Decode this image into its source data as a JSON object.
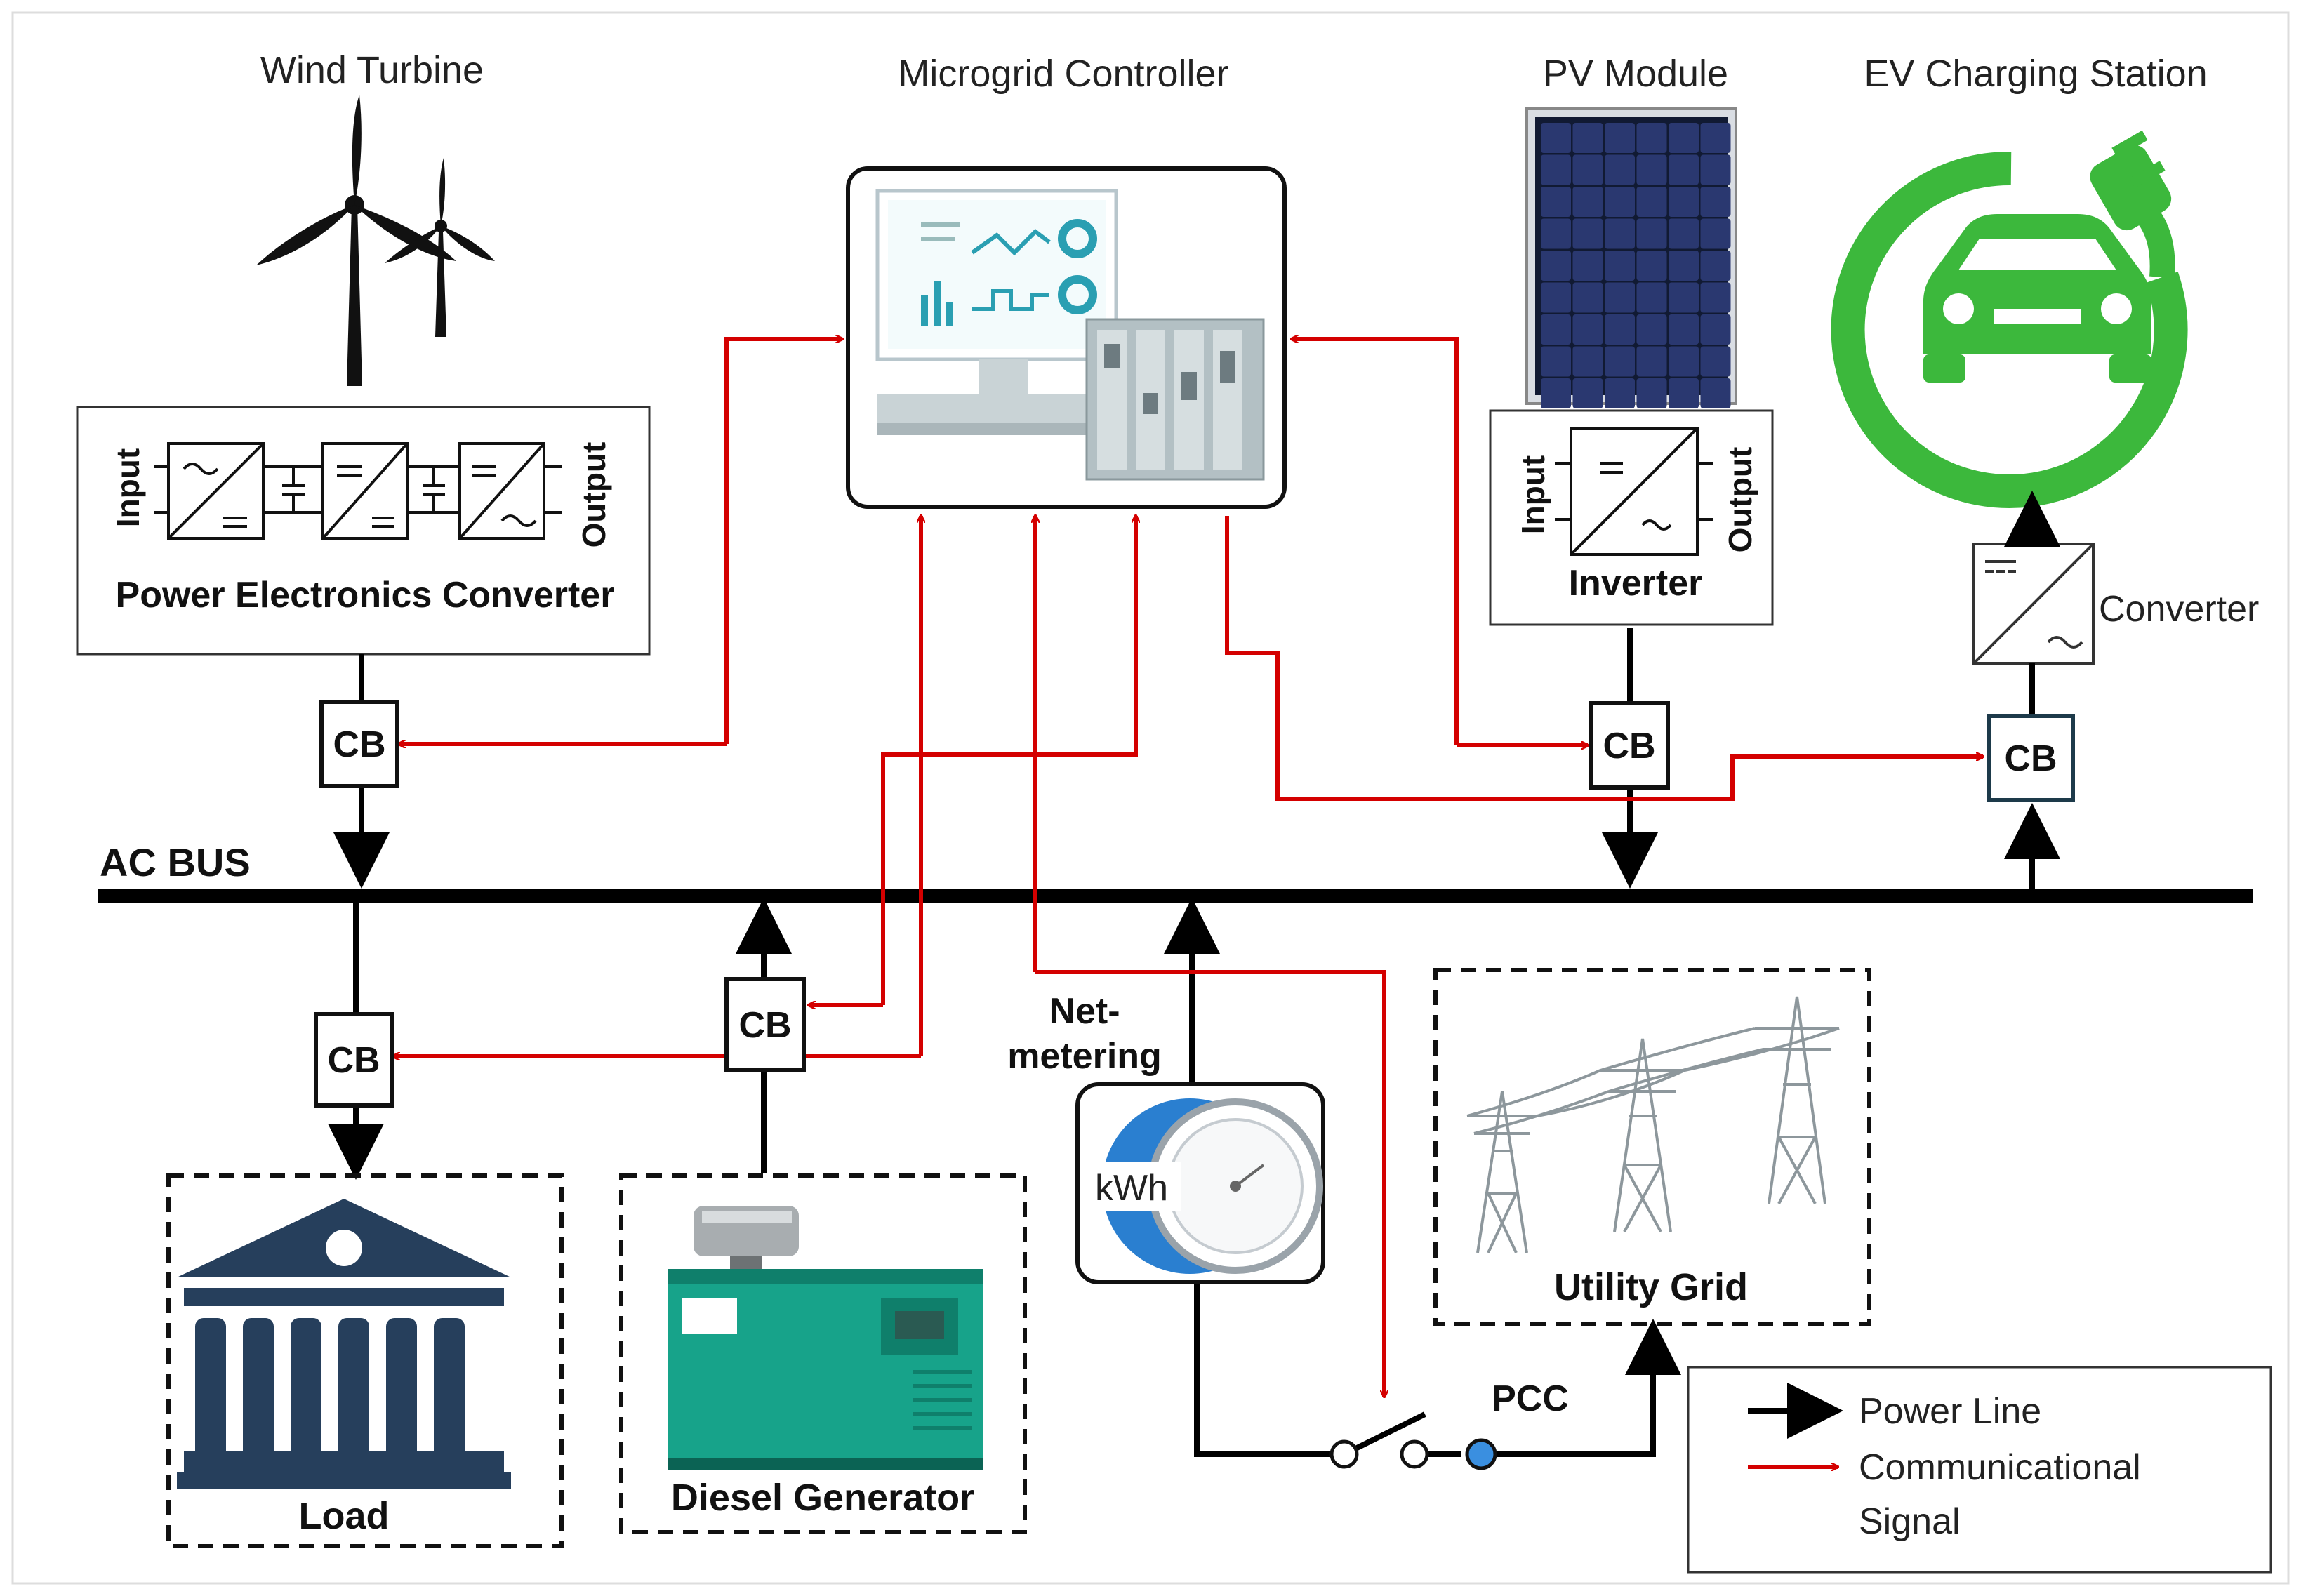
{
  "labels": {
    "wind_turbine": "Wind Turbine",
    "microgrid_controller": "Microgrid Controller",
    "pv_module": "PV Module",
    "ev_charging_station": "EV Charging Station",
    "power_electronics_converter": "Power Electronics Converter",
    "inverter": "Inverter",
    "converter": "Converter",
    "ac_bus": "AC BUS",
    "net_metering_line1": "Net-",
    "net_metering_line2": "metering",
    "kwh": "kWh",
    "utility_grid": "Utility Grid",
    "pcc": "PCC",
    "load": "Load",
    "diesel_generator": "Diesel Generator",
    "input": "Input",
    "output": "Output",
    "cb": "CB"
  },
  "legend": {
    "power_line": "Power Line",
    "comm_line1": "Communicational",
    "comm_line2": "Signal"
  },
  "colors": {
    "power_line": "#000000",
    "signal_line": "#d40000",
    "ev_green": "#3cb83c",
    "genset_teal": "#17a38a",
    "load_navy": "#263f5c",
    "pv_blue": "#1c2244",
    "meter_blue": "#2a7fd0"
  }
}
